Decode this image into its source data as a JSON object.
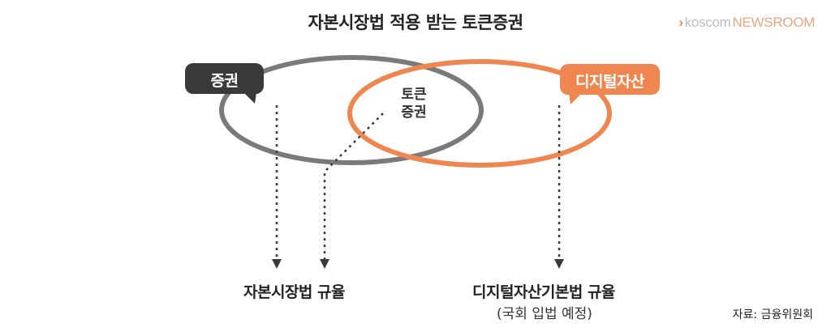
{
  "title": "자본시장법 적용 받는 토큰증권",
  "brand": {
    "chevron": "›",
    "part1": "koscom",
    "part2": "NEWSROOM"
  },
  "bubbles": {
    "left": "증권",
    "right": "디지털자산"
  },
  "center": {
    "line1": "토큰",
    "line2": "증권"
  },
  "bottom": {
    "left": "자본시장법 규율",
    "right": "디지털자산기본법 규율",
    "right_sub": "(국회 입법 예정)"
  },
  "source": "자료: 금융위원회",
  "colors": {
    "gray": "#7a7a7a",
    "dark": "#3a3a3a",
    "orange": "#ef8650",
    "arrow": "#3a3a3a"
  }
}
